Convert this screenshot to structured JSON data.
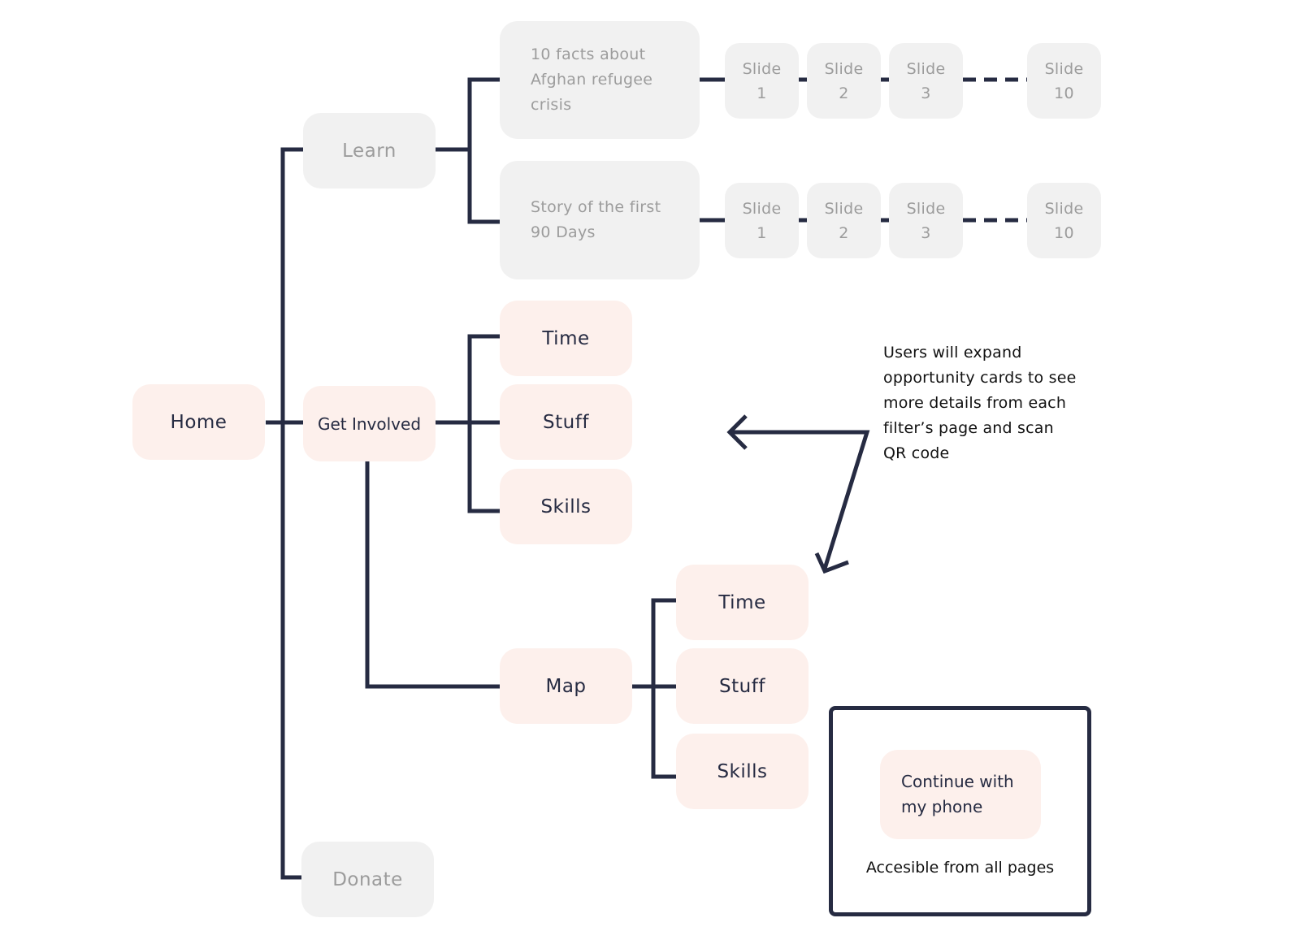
{
  "nodes": {
    "home": "Home",
    "learn": "Learn",
    "get_involved": "Get Involved",
    "donate": "Donate",
    "facts": "10 facts about Afghan refugee crisis",
    "story": "Story of the first 90 Days",
    "filters": {
      "time": "Time",
      "stuff": "Stuff",
      "skills": "Skills"
    },
    "map": "Map",
    "map_filters": {
      "time": "Time",
      "stuff": "Stuff",
      "skills": "Skills"
    }
  },
  "slides": {
    "word": "Slide",
    "numbers": [
      "1",
      "2",
      "3",
      "10"
    ]
  },
  "annotation": "Users will expand opportunity cards to see more details from each filter’s page and scan QR code",
  "phone": {
    "button": "Continue with my phone",
    "caption": "Accesible from all pages"
  },
  "colors": {
    "line": "#262b42",
    "active_node": "#fdf0ec",
    "inactive_node": "#f1f1f1",
    "inactive_text": "#9c9c9c"
  }
}
